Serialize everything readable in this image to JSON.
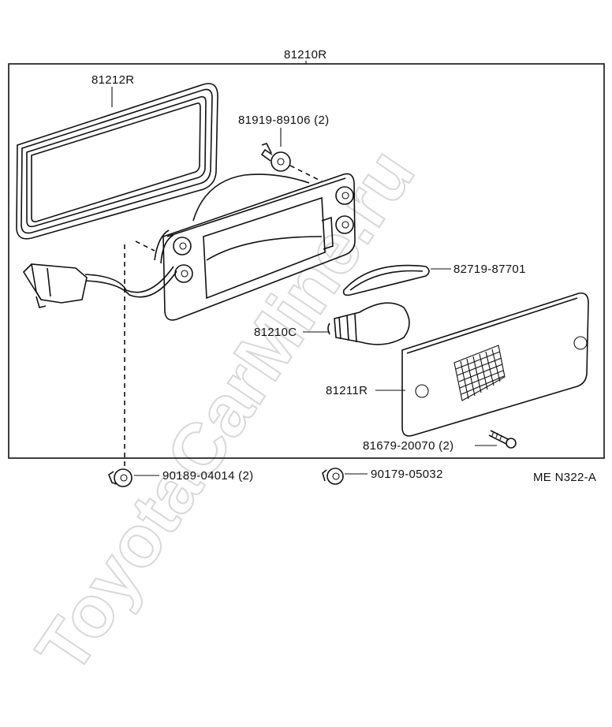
{
  "diagram": {
    "assembly_label": "81210R",
    "diagram_code": "ME N322-A",
    "watermark": "ToyotaCarMine.ru",
    "parts": [
      {
        "id": "gasket",
        "label": "81212R"
      },
      {
        "id": "clip-top",
        "label": "81919-89106 (2)"
      },
      {
        "id": "gasket-lens",
        "label": "82719-87701"
      },
      {
        "id": "bulb",
        "label": "81210C"
      },
      {
        "id": "lens",
        "label": "81211R"
      },
      {
        "id": "screw",
        "label": "81679-20070 (2)"
      },
      {
        "id": "nut-left",
        "label": "90189-04014 (2)"
      },
      {
        "id": "nut-right",
        "label": "90179-05032"
      }
    ]
  }
}
